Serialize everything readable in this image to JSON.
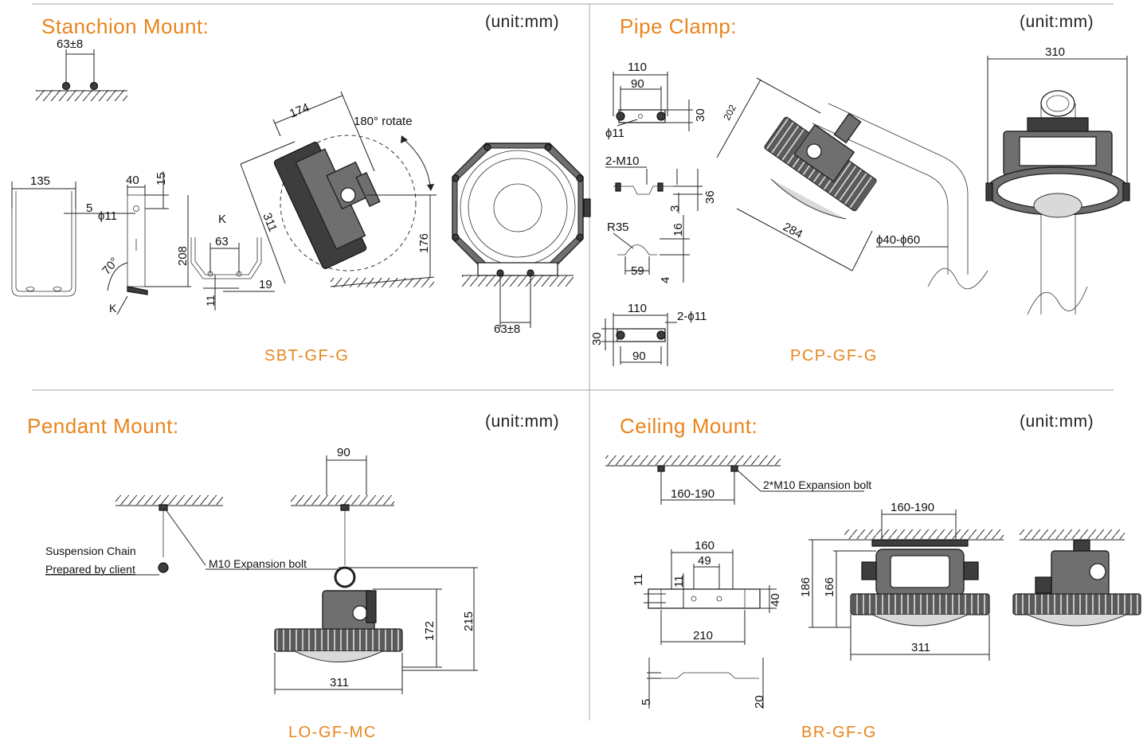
{
  "panels": {
    "stanchion": {
      "title": "Stanchion Mount:",
      "unit": "(unit:mm)",
      "model": "SBT-GF-G",
      "labels": {
        "top_spacing": "63±8",
        "width_135": "135",
        "d5": "5",
        "d40": "40",
        "d15": "15",
        "hole": "ϕ11",
        "h208": "208",
        "angle70": "70°",
        "k_top": "K",
        "k_bottom": "K",
        "w63": "63",
        "d11": "11",
        "d19": "19",
        "d174": "174",
        "rotate": "180° rotate",
        "d311": "311",
        "d176": "176",
        "bottom_spacing": "63±8"
      }
    },
    "pipe": {
      "title": "Pipe  Clamp:",
      "unit": "(unit:mm)",
      "model": "PCP-GF-G",
      "labels": {
        "w110a": "110",
        "w90a": "90",
        "h30a": "30",
        "holea": "ϕ11",
        "m10": "2-M10",
        "h36": "36",
        "h3": "3",
        "r35": "R35",
        "h16": "16",
        "w59": "59",
        "h4": "4",
        "w110b": "110",
        "holesb": "2-ϕ11",
        "h30b": "30",
        "w90b": "90",
        "d202": "202",
        "d284": "284",
        "pipe_dia": "ϕ40-ϕ60",
        "d310": "310"
      }
    },
    "pendant": {
      "title": "Pendant Mount:",
      "unit": "(unit:mm)",
      "model": "LO-GF-MC",
      "labels": {
        "chain1": "Suspension Chain",
        "chain2": "Prepared by client",
        "bolt": "M10 Expansion bolt",
        "w90": "90",
        "h172": "172",
        "h215": "215",
        "w311": "311"
      }
    },
    "ceiling": {
      "title": "Ceiling Mount:",
      "unit": "(unit:mm)",
      "model": "BR-GF-G",
      "labels": {
        "spacing_a": "160-190",
        "bolt": "2*M10 Expansion bolt",
        "spacing_b": "160-190",
        "w160": "160",
        "w49": "49",
        "h11a": "11",
        "h11b": "11",
        "h40": "40",
        "w210": "210",
        "h186": "186",
        "h166": "166",
        "w311": "311",
        "h5": "5",
        "h20": "20"
      }
    }
  },
  "colors": {
    "accent": "#e8851e",
    "line": "#222222",
    "grid": "#b5b5b5"
  }
}
